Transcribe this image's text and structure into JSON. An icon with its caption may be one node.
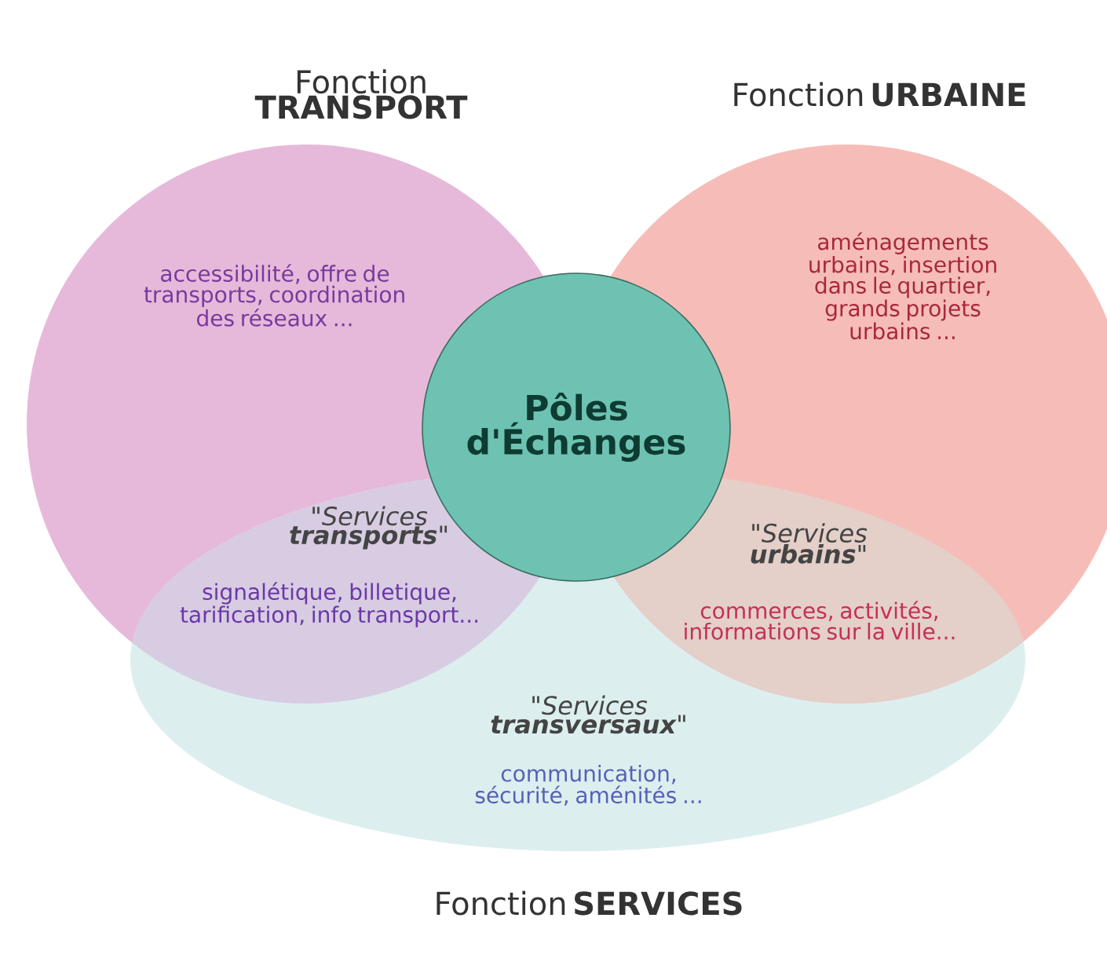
{
  "diagram": {
    "nodes": [
      {
        "text": [
          "Fonction **TRANSPORT**",
          "accessibilité, offre de transports, coordination des réseaux ..."
        ]
      },
      {
        "text": [
          "Fonction **URBAINE**",
          "aménagements urbains, insertion dans le quartier, grands projets urbains ..."
        ]
      },
      {
        "text": [
          "Fonction **SERVICES**"
        ]
      },
      {
        "text": [
          "Pôles d'Échanges"
        ]
      },
      {
        "text": [
          "\"Services **transports**\"",
          "signalétique, billetique, tarification, info transport..."
        ]
      },
      {
        "text": [
          "\"Services **urbains**\"",
          "commerces, activités, informations sur la ville..."
        ]
      },
      {
        "text": [
          "\"Services **transversaux**\"",
          "communication, sécurité, aménités ..."
        ]
      }
    ]
  }
}
